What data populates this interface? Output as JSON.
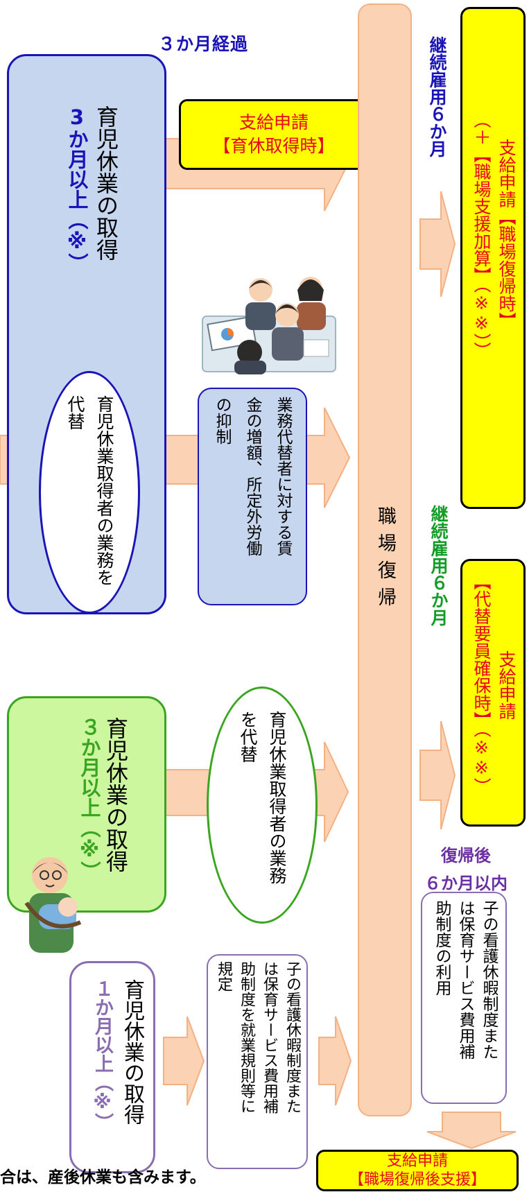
{
  "colors": {
    "arrow_fill": "#fbd2b3",
    "arrow_stroke": "#f4b183",
    "blue_box": "#c5d6ee",
    "blue_border": "#1a13b8",
    "green_box": "#ccf79f",
    "green_border": "#3aa520",
    "purple_border": "#8a6db1",
    "yellow_box": "#ffff00",
    "red_text": "#e8041c",
    "label_blue": "#1a13b8",
    "label_green": "#139c25",
    "label_purple": "#6b2fa3"
  },
  "labels": {
    "three_months_elapsed": "３か月経過",
    "continued_employment_blue": "継続雇用６か月",
    "continued_employment_green": "継続雇用６か月",
    "after_return": "復帰後",
    "within_six_months": "６か月以内"
  },
  "blue_leave": {
    "title": "育児休業の取得",
    "duration": "3か月以上（※）"
  },
  "blue_substitute_oval": "育児休業取得者の業務を代替",
  "wage_box": [
    "業務代替者に対する賃",
    "金の増額、所定外労働",
    "の抑制"
  ],
  "application_leave": [
    "支給申請",
    "【育休取得時】"
  ],
  "application_return": {
    "main": "支給申請【職場復帰時】",
    "sub": "（＋【職場支援加算】（※※））"
  },
  "workplace_return": "職場復帰",
  "green_leave": {
    "title": "育児休業の取得",
    "duration": "３か月以上（※）"
  },
  "green_substitute_oval": "育児休業取得者の業務を代替",
  "application_replacement": {
    "main": "支給申請",
    "sub": "【代替要員確保時】（※※）"
  },
  "purple_leave": {
    "title": "育児休業の取得",
    "duration": "１か月以上（※）"
  },
  "rules_box": [
    "子の看護休暇制度また",
    "は保育サービス費用補",
    "助制度を就業規則等に",
    "規定"
  ],
  "usage_box": [
    "子の看護休暇制度また",
    "は保育サービス費用補",
    "助制度の利用"
  ],
  "application_after": [
    "支給申請",
    "【職場復帰後支援】"
  ],
  "footnote": "合は、産後休業も含みます。",
  "icons": [
    "business-meeting-illustration",
    "father-holding-baby-illustration"
  ]
}
